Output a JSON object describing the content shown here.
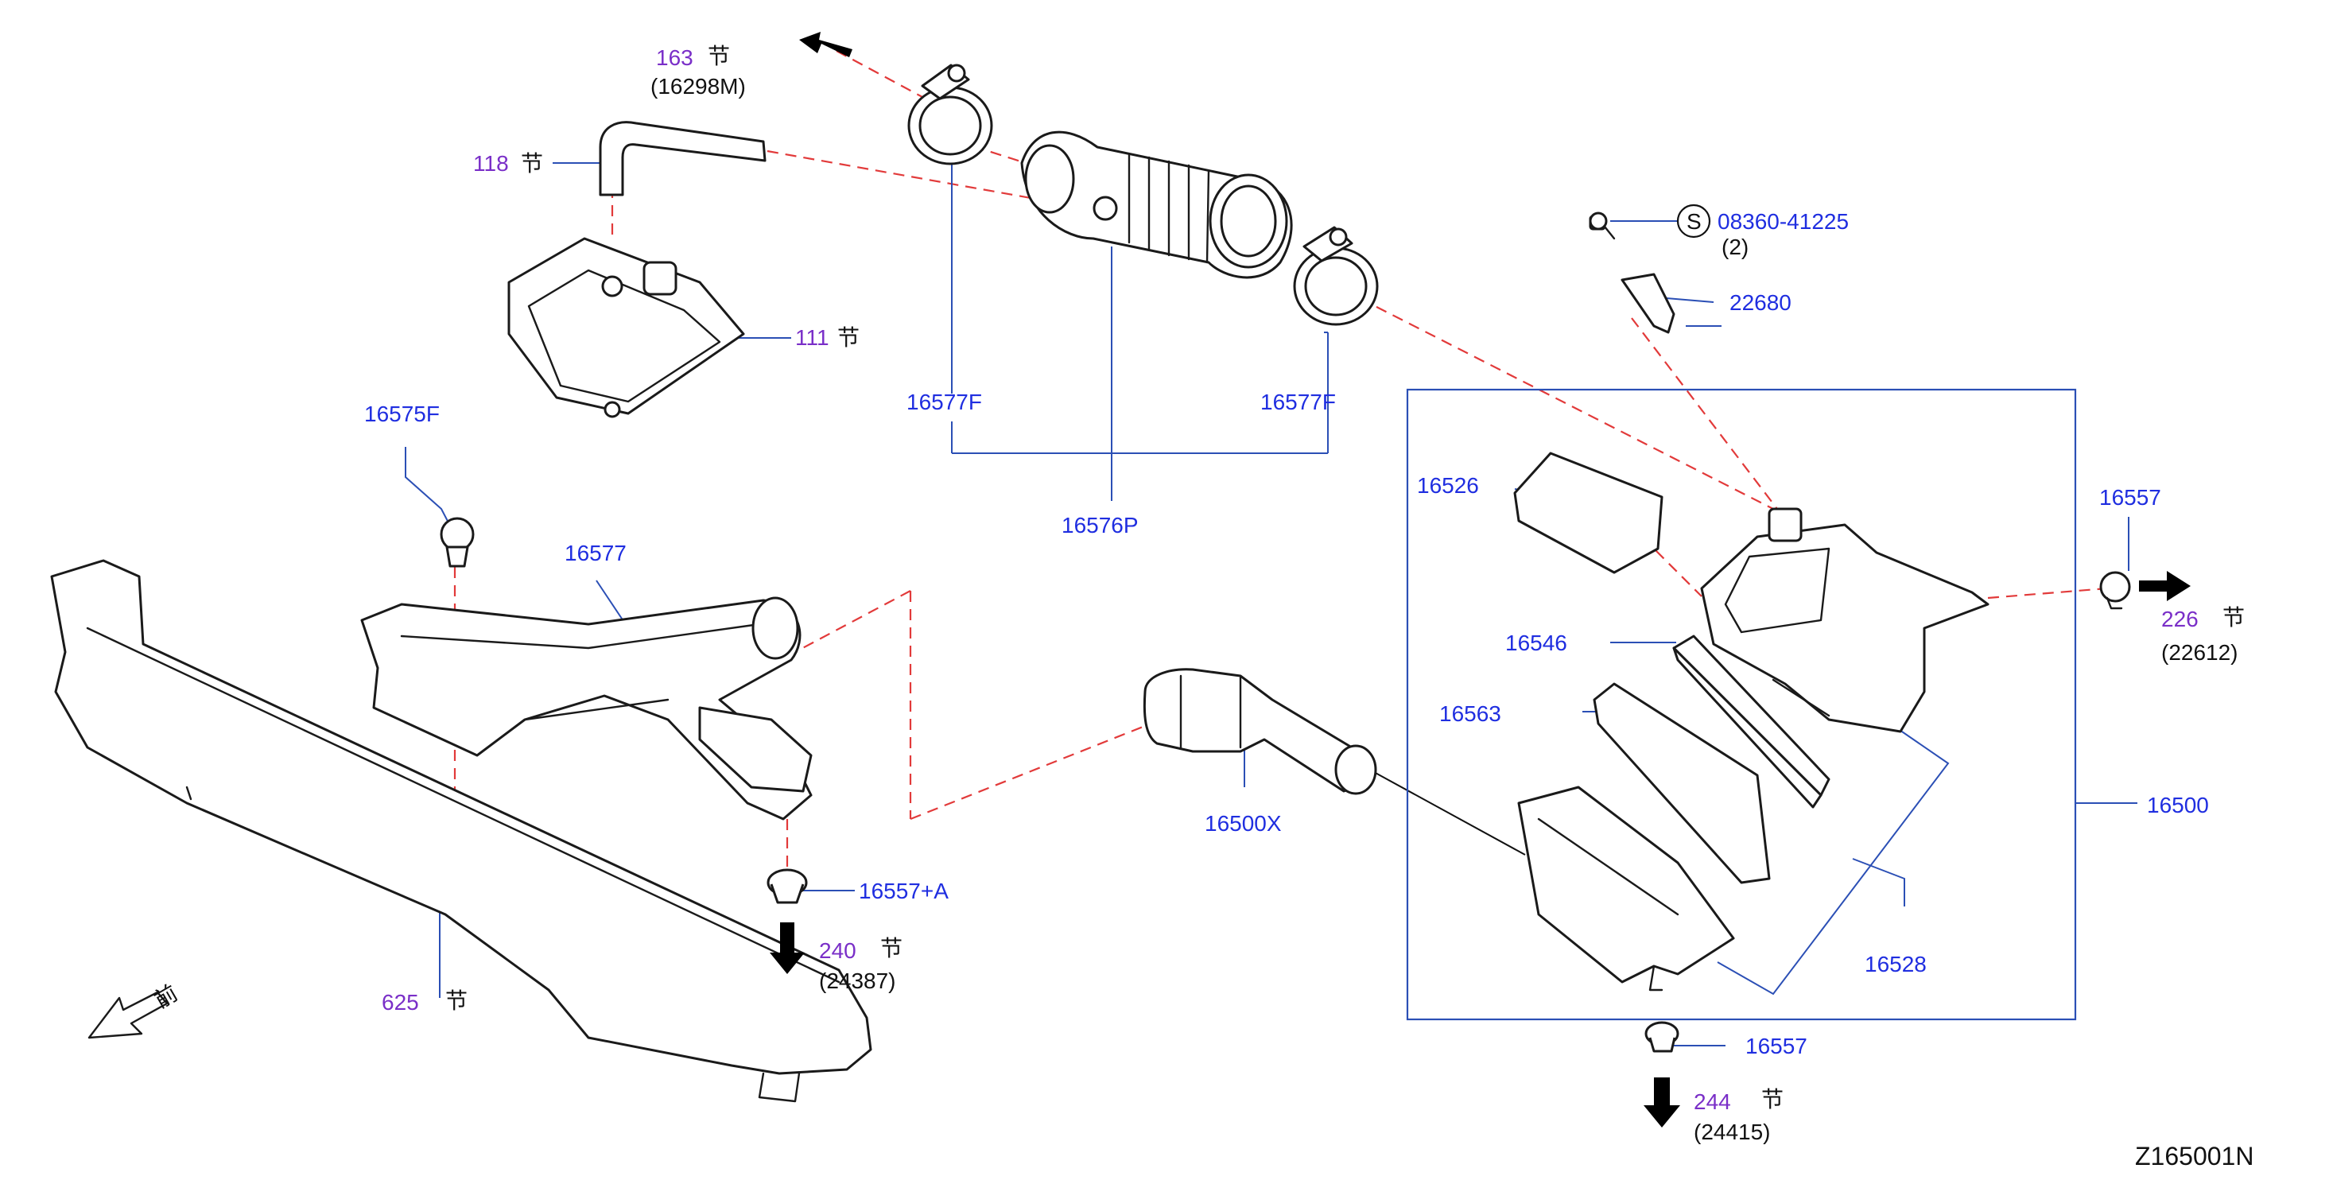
{
  "colors": {
    "part_number": "#1f2ee0",
    "section_ref": "#7a2fc8",
    "leader": "#2b4fb5",
    "dashed_line": "#e23a3a",
    "outline": "#1a1a1a"
  },
  "labels": {
    "p163": "163",
    "p163_char": "节",
    "p16298m": "(16298M)",
    "p118": "118",
    "p118_char": "节",
    "p111": "111",
    "p111_char": "节",
    "p16577f_left": "16577F",
    "p16577f_right": "16577F",
    "p16576p": "16576P",
    "p08360": "08360-41225",
    "p08360_qty": "(2)",
    "s_symbol": "S",
    "p22680": "22680",
    "p16575f": "16575F",
    "p16577": "16577",
    "p16526": "16526",
    "p16557_right": "16557",
    "p226": "226",
    "p226_char": "节",
    "p22612": "(22612)",
    "p16546": "16546",
    "p16563": "16563",
    "p16500": "16500",
    "p16500x": "16500X",
    "p16557a": "16557+A",
    "p240": "240",
    "p240_char": "节",
    "p24387": "(24387)",
    "p625": "625",
    "p625_char": "节",
    "front_char": "前",
    "p16528": "16528",
    "p16557_bottom": "16557",
    "p244": "244",
    "p244_char": "节",
    "p24415": "(24415)",
    "diagram_id": "Z165001N"
  }
}
